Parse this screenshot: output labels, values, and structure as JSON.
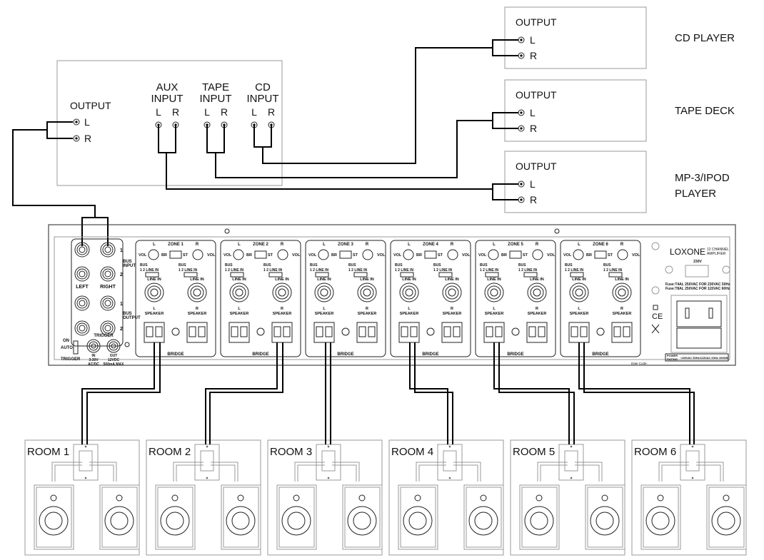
{
  "preamp": {
    "output": "OUTPUT",
    "l": "L",
    "r": "R",
    "inputs": [
      {
        "line1": "AUX",
        "line2": "INPUT",
        "l": "L",
        "r": "R"
      },
      {
        "line1": "TAPE",
        "line2": "INPUT",
        "l": "L",
        "r": "R"
      },
      {
        "line1": "CD",
        "line2": "INPUT",
        "l": "L",
        "r": "R"
      }
    ]
  },
  "sources": [
    {
      "output": "OUTPUT",
      "l": "L",
      "r": "R",
      "name1": "CD PLAYER",
      "name2": ""
    },
    {
      "output": "OUTPUT",
      "l": "L",
      "r": "R",
      "name1": "TAPE DECK",
      "name2": ""
    },
    {
      "output": "OUTPUT",
      "l": "L",
      "r": "R",
      "name1": "MP-3/IPOD",
      "name2": "PLAYER"
    }
  ],
  "amp": {
    "left_panel": {
      "bus_input_1": "BUS",
      "bus_input_2": "INPUT",
      "bus_output_1": "BUS",
      "bus_output_2": "OUTPUT",
      "one": "1",
      "two": "2",
      "left": "LEFT",
      "right": "RIGHT",
      "on": "ON",
      "auto": "AUTO",
      "trigger_switch": "TRIGGER",
      "trigger": "TRIGGER",
      "in1": "IN",
      "in2": "3-30V",
      "in3": "AC/DC",
      "out1": "OUT",
      "out2": "12VDC",
      "out3": "500mA MAX"
    },
    "zone_labels": {
      "l": "L",
      "r": "R",
      "vol": "VOL",
      "br": "BR",
      "st": "ST",
      "bus": "BUS",
      "bus_opts": "1  2  LINE IN",
      "line_in": "LINE IN",
      "speaker": "SPEAKER",
      "bridge": "BRIDGE"
    },
    "zones": [
      "ZONE 1",
      "ZONE 2",
      "ZONE 3",
      "ZONE 4",
      "ZONE 5",
      "ZONE 6"
    ],
    "right_panel": {
      "brand": "LOXONE",
      "model1": "12 CHANNEL",
      "model2": "AMPLIFIER",
      "voltage": "230V",
      "fuse1": "Fuse:T4AL 250VAC FOR 230VAC 50Hz",
      "fuse2": "Fuse:T8AL 250VAC FOR 115VAC 60Hz",
      "power1": "POWER",
      "power2": "RATING",
      "power_value": "~230VAC 50Hz/115VAC 60Hz 1000W",
      "date_code": "Date Code:",
      "ce": "CE"
    }
  },
  "rooms": [
    "ROOM 1",
    "ROOM 2",
    "ROOM 3",
    "ROOM 4",
    "ROOM 5",
    "ROOM 6"
  ]
}
